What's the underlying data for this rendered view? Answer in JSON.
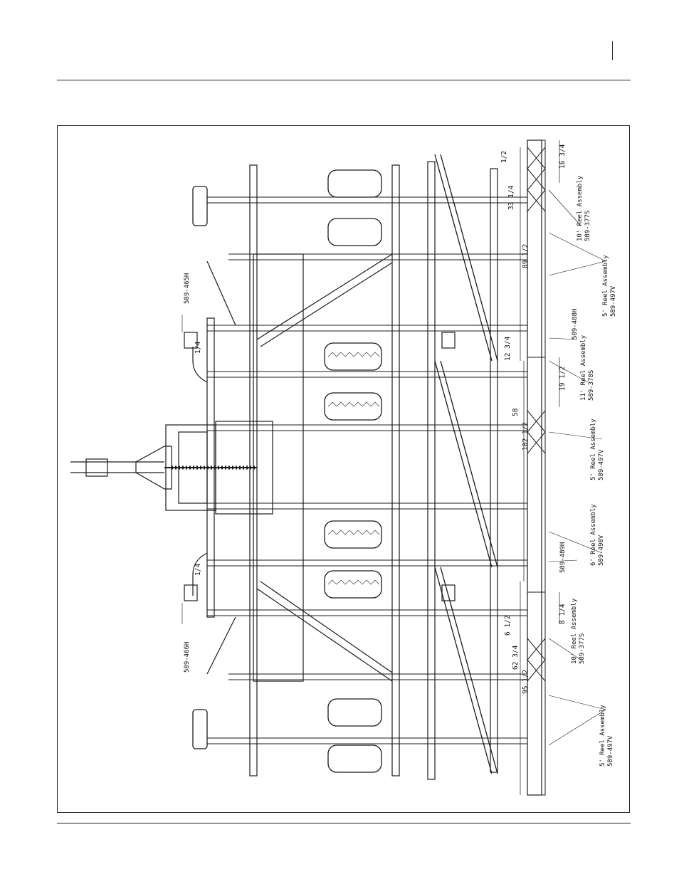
{
  "header": {
    "page_marker": ""
  },
  "diagram": {
    "part_tags": [
      "589-465H",
      "589-466H",
      "589-488H",
      "589-489H"
    ],
    "reel_assemblies": [
      {
        "name": "10' Reel Assembly",
        "part": "589-377S"
      },
      {
        "name": "5' Reel Assembly",
        "part": "589-497V"
      },
      {
        "name": "11' Reel Assembly",
        "part": "589-378S"
      },
      {
        "name": "5' Reel Assembly",
        "part": "589-497V"
      },
      {
        "name": "6' Reel Assembly",
        "part": "589-498V"
      },
      {
        "name": "10' Reel Assembly",
        "part": "589-377S"
      },
      {
        "name": "5' Reel Assembly",
        "part": "589-497V"
      }
    ],
    "dimensions": {
      "d1": "1/2",
      "d2": "16 3/4",
      "d3": "33 1/4",
      "d4": "89 1/2",
      "d5": "12 3/4",
      "d6": "19 1/2",
      "d7": "58",
      "d8": "102 1/2",
      "d9": "6 1/2",
      "d10": "8 1/4",
      "d11": "62 3/4",
      "d12": "95 1/2",
      "d13": "1/4",
      "d14": "1/4"
    },
    "colors": {
      "line": "#1a1a1a",
      "background": "#ffffff"
    }
  }
}
